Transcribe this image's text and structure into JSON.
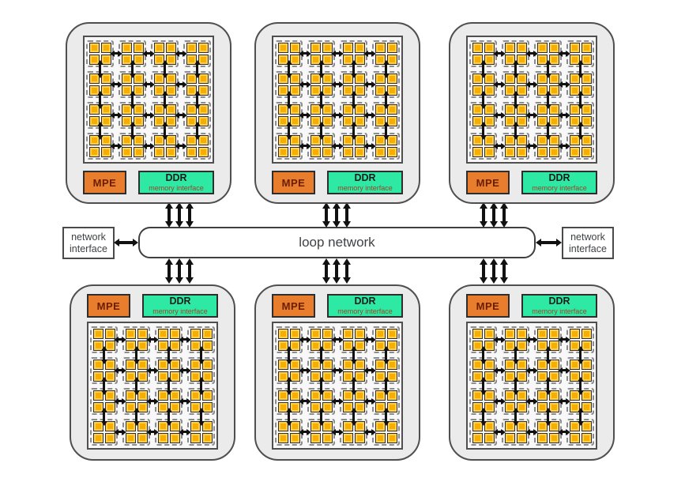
{
  "loop_network": {
    "label": "loop network"
  },
  "network_interfaces": {
    "left": {
      "line1": "network",
      "line2": "interface"
    },
    "right": {
      "line1": "network",
      "line2": "interface"
    }
  },
  "cluster": {
    "mpe_label": "MPE",
    "ddr_label": "DDR",
    "ddr_sublabel": "memory interface",
    "grid": {
      "rows": 4,
      "cols": 4,
      "pes_per_group": 4
    }
  },
  "clusters": [
    {
      "id": "top-left",
      "row": "top"
    },
    {
      "id": "top-middle",
      "row": "top"
    },
    {
      "id": "top-right",
      "row": "top"
    },
    {
      "id": "bottom-left",
      "row": "bottom"
    },
    {
      "id": "bottom-middle",
      "row": "bottom"
    },
    {
      "id": "bottom-right",
      "row": "bottom"
    }
  ],
  "colors": {
    "cluster_bg": "#ebebeb",
    "cluster_border": "#4f4f4f",
    "mpe_bg": "#e87d2e",
    "mpe_text": "#6b1d00",
    "ddr_bg": "#2ee9a4",
    "ddr_subtext": "#9c4526",
    "pe_fill": "#f6ae00",
    "arrow": "#111111"
  }
}
